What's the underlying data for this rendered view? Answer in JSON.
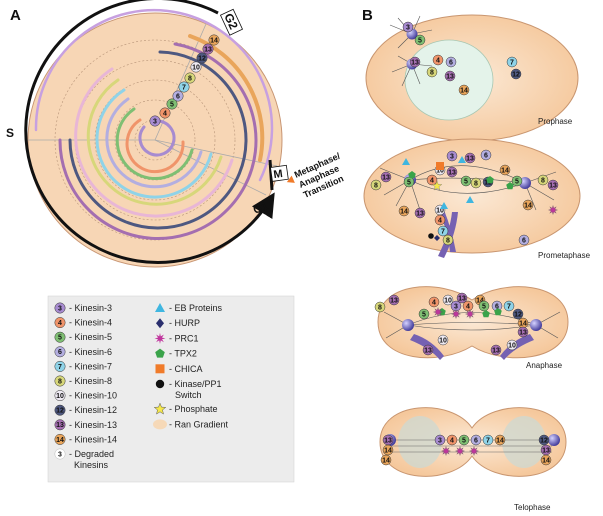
{
  "panels": {
    "a": "A",
    "b": "B"
  },
  "cycle_labels": {
    "g2": "G2",
    "s": "S",
    "m": "M",
    "g1": "G1",
    "transition": [
      "Metaphase/",
      "Anaphase",
      "Transition"
    ]
  },
  "ring_numbers": [
    "3",
    "4",
    "5",
    "6",
    "7",
    "8",
    "10",
    "12",
    "13",
    "14"
  ],
  "phases": [
    "Prophase",
    "Prometaphase",
    "Anaphase",
    "Telophase"
  ],
  "legend_left": [
    {
      "num": "3",
      "text": "- Kinesin-3",
      "color": "#a78bd0"
    },
    {
      "num": "4",
      "text": "- Kinesin-4",
      "color": "#f0946a"
    },
    {
      "num": "5",
      "text": "- Kinesin-5",
      "color": "#7fbf73"
    },
    {
      "num": "6",
      "text": "- Kinesin-6",
      "color": "#b3aee0"
    },
    {
      "num": "7",
      "text": "- Kinesin-7",
      "color": "#8fd3e8"
    },
    {
      "num": "8",
      "text": "- Kinesin-8",
      "color": "#d7d77a"
    },
    {
      "num": "10",
      "text": "- Kinesin-10",
      "color": "#ede9f2"
    },
    {
      "num": "12",
      "text": "- Kinesin-12",
      "color": "#4e5880"
    },
    {
      "num": "13",
      "text": "- Kinesin-13",
      "color": "#a46eb0"
    },
    {
      "num": "14",
      "text": "- Kinesin-14",
      "color": "#e9a55b"
    },
    {
      "num": "3",
      "text": "- Degraded",
      "text2": "Kinesins",
      "color": "#ffffff"
    }
  ],
  "legend_right": [
    {
      "icon": "triangle-icon",
      "text": "- EB Proteins",
      "color": "#3fb6e0"
    },
    {
      "icon": "diamond-icon",
      "text": "- HURP",
      "color": "#2a2f6e"
    },
    {
      "icon": "star-icon",
      "text": "- PRC1",
      "color": "#c0359d"
    },
    {
      "icon": "pentagon-icon",
      "text": "- TPX2",
      "color": "#3aa34a"
    },
    {
      "icon": "square-icon",
      "text": "- CHICA",
      "color": "#f07b2a"
    },
    {
      "icon": "dot-icon",
      "text": "- Kinase/PP1",
      "text2": "Switch",
      "color": "#111111"
    },
    {
      "icon": "phosphate-star-icon",
      "text": "- Phosphate",
      "color": "#f6e84a"
    },
    {
      "icon": "gradient-icon",
      "text": "- Ran Gradient",
      "color": "#f6d9b8"
    }
  ],
  "colors": {
    "cell": "#f7d3ae",
    "cell_edge": "#c99670",
    "nucleus": "#e3f1ea",
    "chromosome": "#7561b2",
    "centrosome": "#6a63c8",
    "cycle_arrow": "#111111",
    "legend_bg": "#ececec"
  }
}
